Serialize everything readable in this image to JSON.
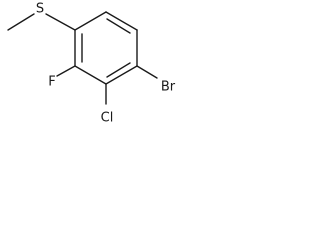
{
  "molecule": {
    "atoms": {
      "sulfur": "S",
      "fluorine": "F",
      "chlorine": "Cl",
      "bromine": "Br"
    },
    "colors": {
      "ink": "#1a1a1a",
      "background": "#ffffff"
    }
  }
}
